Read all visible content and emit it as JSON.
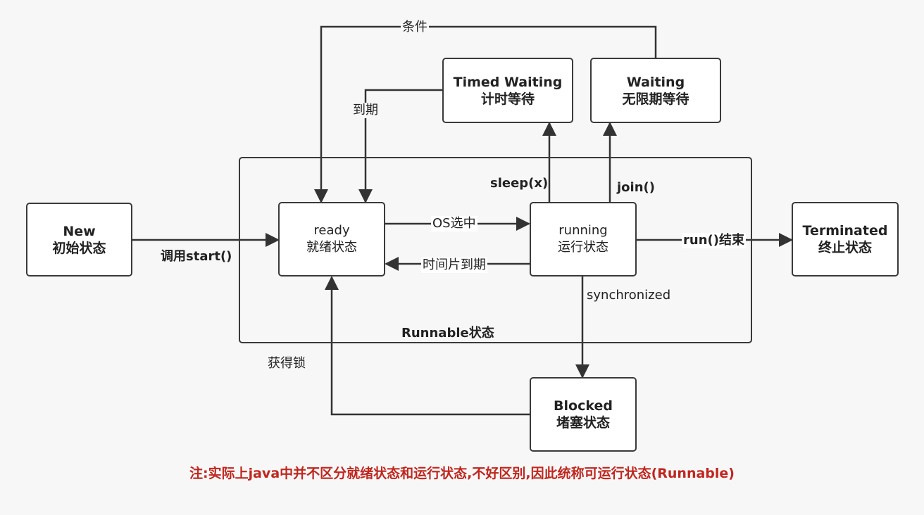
{
  "states": {
    "new": {
      "line1": "New",
      "line2": "初始状态"
    },
    "ready": {
      "line1": "ready",
      "line2": "就绪状态"
    },
    "running": {
      "line1": "running",
      "line2": "运行状态"
    },
    "terminated": {
      "line1": "Terminated",
      "line2": "终止状态"
    },
    "timed_waiting": {
      "line1": "Timed Waiting",
      "line2": "计时等待"
    },
    "waiting": {
      "line1": "Waiting",
      "line2": "无限期等待"
    },
    "blocked": {
      "line1": "Blocked",
      "line2": "堵塞状态"
    }
  },
  "group": {
    "label": "Runnable状态"
  },
  "transitions": {
    "start": "调用start()",
    "os_select": "OS选中",
    "time_slice": "时间片到期",
    "run_end": "run()结束",
    "sleep": "sleep(x)",
    "join": "join()",
    "synchronized": "synchronized",
    "acquire_lock": "获得锁",
    "timeout": "到期",
    "condition": "条件"
  },
  "note": "注:实际上java中并不区分就绪状态和运行状态,不好区别,因此统称可运行状态(Runnable)",
  "colors": {
    "line": "#333333",
    "note": "#c0261e"
  }
}
